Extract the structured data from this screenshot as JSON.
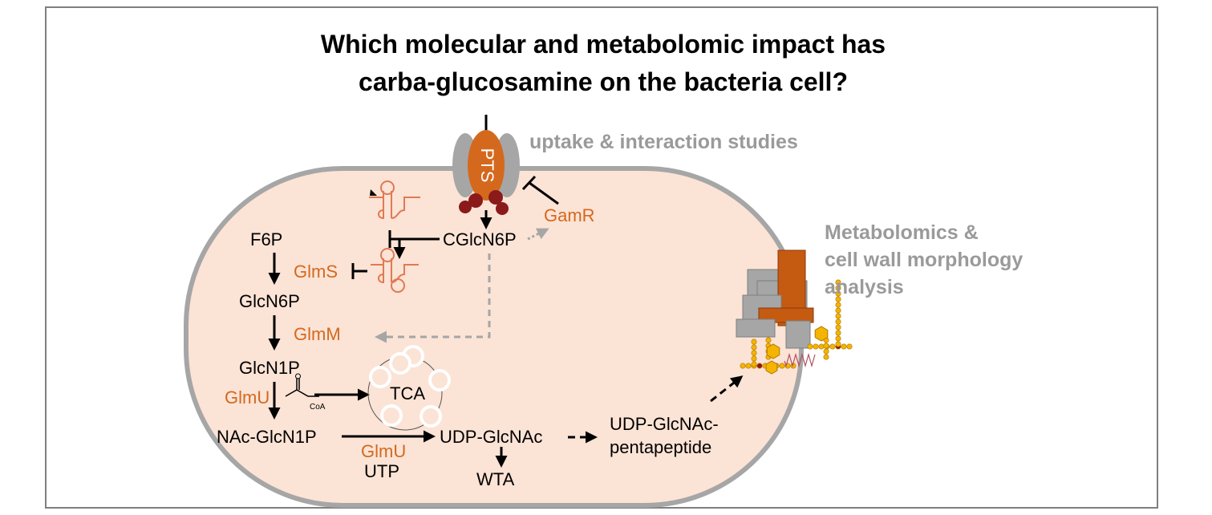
{
  "title": {
    "line1": "Which molecular and metabolomic impact has",
    "line2": "carba-glucosamine on the bacteria cell?"
  },
  "studies": {
    "uptake": "uptake & interaction studies",
    "metabolomics_line1": "Metabolomics &",
    "metabolomics_line2": "cell wall morphology",
    "metabolomics_line3": "analysis"
  },
  "transporter": {
    "label": "PTS"
  },
  "metabolites": {
    "f6p": "F6P",
    "glcn6p": "GlcN6P",
    "glcn1p": "GlcN1P",
    "nac_glcn1p": "NAc-GlcN1P",
    "cglcn6p": "CGlcN6P",
    "udp_glcnac": "UDP-GlcNAc",
    "udp_glcnac_pentapeptide_1": "UDP-GlcNAc-",
    "udp_glcnac_pentapeptide_2": "pentapeptide",
    "wta": "WTA",
    "tca": "TCA",
    "utp": "UTP",
    "coa": "CoA"
  },
  "enzymes": {
    "glms": "GlmS",
    "glmm": "GlmM",
    "glmu_left": "GlmU",
    "glmu_bottom": "GlmU",
    "gamr": "GamR"
  },
  "colors": {
    "enzyme": "#d4691e",
    "cell_fill": "#fbe3d6",
    "cell_border": "#a6a6a6",
    "study_text": "#9a9a9a",
    "pts_body": "#d4691e",
    "pts_side": "#a6a6a6",
    "pts_knob": "#8b1a1a",
    "riboswitch": "#e07a52",
    "dashed_gray": "#a6a6a6",
    "peptidoglycan_orange": "#c55a11",
    "peptidoglycan_gray": "#a6a6a6",
    "sugar_yellow": "#f4b400"
  }
}
